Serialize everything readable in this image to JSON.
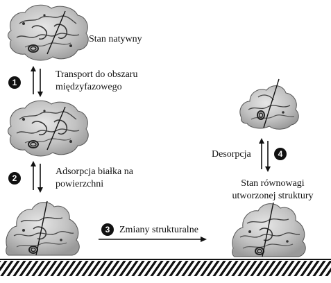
{
  "labels": {
    "native_state": "Stan natywny",
    "transport_line1": "Transport do obszaru",
    "transport_line2": "międzyfazowego",
    "adsorption_line1": "Adsorpcja białka na",
    "adsorption_line2": "powierzchni",
    "structural_changes": "Zmiany strukturalne",
    "desorption": "Desorpcja",
    "equilibrium_line1": "Stan równowagi",
    "equilibrium_line2": "utworzonej struktury"
  },
  "steps": {
    "step1": "1",
    "step2": "2",
    "step3": "3",
    "step4": "4"
  },
  "colors": {
    "protein_surface": "#bdbdbd",
    "protein_detail": "#3a3a3a",
    "arrow": "#111111",
    "surface_line": "#111111"
  },
  "icons": {
    "protein_structure": "protein-icon",
    "step_marker": "filled-circle-number",
    "surface": "hatched-surface"
  }
}
